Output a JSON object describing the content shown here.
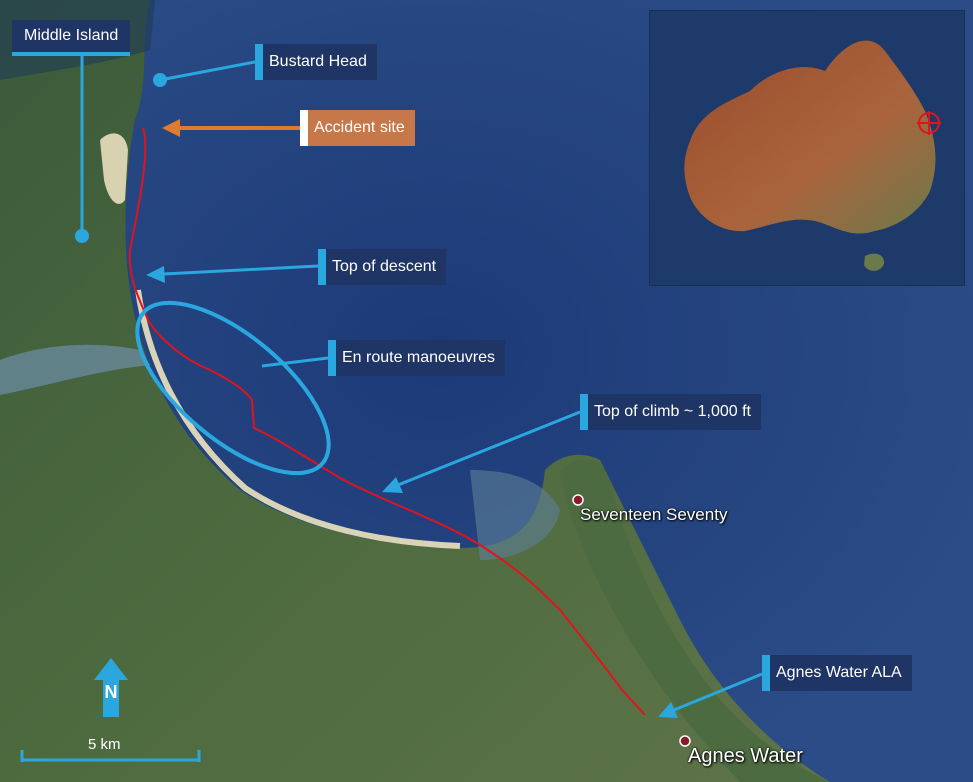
{
  "labels": {
    "middle_island": "Middle Island",
    "bustard_head": "Bustard Head",
    "accident_site": "Accident site",
    "top_of_descent": "Top of descent",
    "en_route_manoeuvres": "En route manoeuvres",
    "top_of_climb": "Top of climb ~ 1,000 ft",
    "agnes_water_ala": "Agnes Water ALA"
  },
  "places": {
    "seventeen_seventy": "Seventeen Seventy",
    "agnes_water": "Agnes Water"
  },
  "north": "N",
  "scale": "5 km",
  "colors": {
    "callout": "#2ba7df",
    "accident_arrow": "#e07a2c",
    "flight_path": "#e0141e",
    "label_bg": "#1f3566",
    "ocean": "#2a4a7a"
  }
}
